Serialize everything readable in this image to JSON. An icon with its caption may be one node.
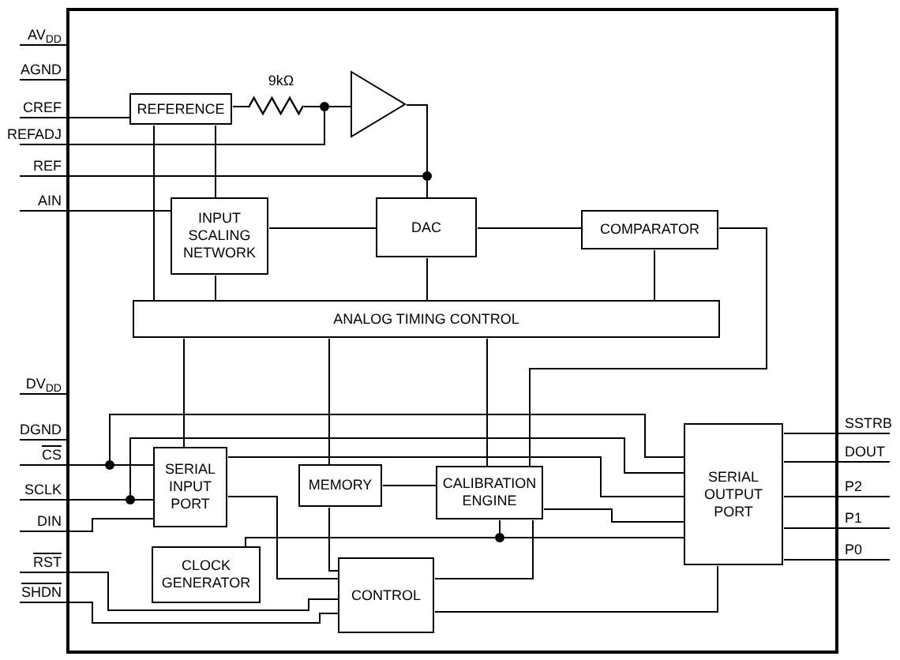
{
  "diagram": {
    "nodes": [
      {
        "text": [],
        "shape": "box"
      },
      {
        "text": [
          "AV$_{DD}$"
        ]
      },
      {
        "text": [
          "AGND"
        ]
      },
      {
        "text": [
          "CREF"
        ]
      },
      {
        "text": [
          "REFADJ"
        ]
      },
      {
        "text": [
          "REF"
        ]
      },
      {
        "text": [
          "AIN"
        ]
      },
      {
        "text": [
          "REFERENCE"
        ],
        "in": 0
      },
      {
        "text": [],
        "shape": "resistor",
        "beside": [
          "9kΩ"
        ],
        "in": 0
      },
      {
        "text": [],
        "shape": "triangle",
        "in": 0
      },
      {
        "text": [
          "INPUT SCALING NETWORK"
        ],
        "in": 0
      },
      {
        "text": [
          "DAC"
        ],
        "in": 0
      },
      {
        "text": [
          "COMPARATOR"
        ],
        "in": 0
      },
      {
        "text": [
          "ANALOG TIMING CONTROL"
        ],
        "in": 0
      },
      {
        "text": [
          "DV$_{DD}$"
        ]
      },
      {
        "text": [
          "DGND"
        ]
      },
      {
        "text": [
          "CS"
        ]
      },
      {
        "text": [
          "SCLK"
        ]
      },
      {
        "text": [
          "DIN"
        ]
      },
      {
        "text": [
          "RST"
        ]
      },
      {
        "text": [
          "SHDN"
        ]
      },
      {
        "text": [
          "SERIAL INPUT PORT"
        ],
        "in": 0
      },
      {
        "text": [
          "MEMORY"
        ],
        "in": 0
      },
      {
        "text": [
          "CALIBRATION ENGINE"
        ],
        "in": 0
      },
      {
        "text": [
          "SERIAL OUTPUT PORT"
        ],
        "in": 0
      },
      {
        "text": [
          "CLOCK GENERATOR"
        ],
        "in": 0
      },
      {
        "text": [
          "CONTROL"
        ],
        "in": 0
      },
      {
        "text": [
          "SSTRB"
        ]
      },
      {
        "text": [
          "DOUT"
        ]
      },
      {
        "text": [
          "P2"
        ]
      },
      {
        "text": [
          "P1"
        ]
      },
      {
        "text": [
          "P0"
        ]
      }
    ],
    "edges": [
      {
        "from": 1,
        "to": 0,
        "arrow": "none"
      },
      {
        "from": 2,
        "to": 0,
        "arrow": "none"
      },
      {
        "from": 3,
        "to": 7,
        "arrow": "none"
      },
      {
        "from": 7,
        "to": 8,
        "arrow": "none"
      },
      {
        "from": 8,
        "to": 9,
        "arrow": "none"
      },
      {
        "from": 4,
        "to": 9,
        "arrow": "none"
      },
      {
        "from": 9,
        "to": 11,
        "arrow": "none"
      },
      {
        "from": 5,
        "to": 11,
        "arrow": "none"
      },
      {
        "from": 6,
        "to": 10,
        "arrow": "none"
      },
      {
        "from": 7,
        "to": 10,
        "arrow": "none"
      },
      {
        "from": 7,
        "to": 13,
        "arrow": "none"
      },
      {
        "from": 10,
        "to": 11,
        "arrow": "none"
      },
      {
        "from": 10,
        "to": 13,
        "arrow": "none"
      },
      {
        "from": 11,
        "to": 12,
        "arrow": "none"
      },
      {
        "from": 11,
        "to": 13,
        "arrow": "none"
      },
      {
        "from": 12,
        "to": 13,
        "arrow": "none"
      },
      {
        "from": 12,
        "to": 23,
        "arrow": "none"
      },
      {
        "from": 13,
        "to": 21,
        "arrow": "none"
      },
      {
        "from": 13,
        "to": 22,
        "arrow": "none"
      },
      {
        "from": 13,
        "to": 23,
        "arrow": "none"
      },
      {
        "from": 14,
        "to": 0,
        "arrow": "none"
      },
      {
        "from": 15,
        "to": 0,
        "arrow": "none"
      },
      {
        "from": 16,
        "to": 21,
        "arrow": "none"
      },
      {
        "from": 16,
        "to": 24,
        "arrow": "none"
      },
      {
        "from": 17,
        "to": 21,
        "arrow": "none"
      },
      {
        "from": 17,
        "to": 24,
        "arrow": "none"
      },
      {
        "from": 18,
        "to": 21,
        "arrow": "none"
      },
      {
        "from": 19,
        "to": 26,
        "arrow": "none"
      },
      {
        "from": 20,
        "to": 26,
        "arrow": "none"
      },
      {
        "from": 21,
        "to": 24,
        "arrow": "none"
      },
      {
        "from": 21,
        "to": 26,
        "arrow": "none"
      },
      {
        "from": 22,
        "to": 23,
        "arrow": "none"
      },
      {
        "from": 22,
        "to": 26,
        "arrow": "none"
      },
      {
        "from": 23,
        "to": 24,
        "arrow": "none"
      },
      {
        "from": 25,
        "to": 24,
        "arrow": "none"
      },
      {
        "from": 25,
        "to": 23,
        "arrow": "none"
      },
      {
        "from": 26,
        "to": 23,
        "arrow": "none"
      },
      {
        "from": 26,
        "to": 24,
        "arrow": "none"
      },
      {
        "from": 24,
        "to": 27,
        "arrow": "none"
      },
      {
        "from": 24,
        "to": 28,
        "arrow": "none"
      },
      {
        "from": 24,
        "to": 29,
        "arrow": "none"
      },
      {
        "from": 24,
        "to": 30,
        "arrow": "none"
      },
      {
        "from": 24,
        "to": 31,
        "arrow": "none"
      }
    ]
  }
}
